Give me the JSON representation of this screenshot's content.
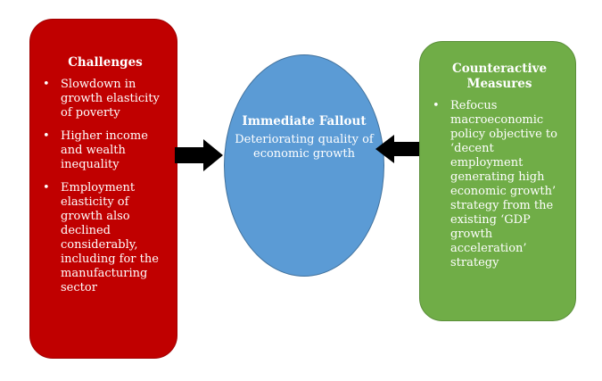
{
  "left_box": {
    "title": "Challenges",
    "items": [
      "Slowdown in growth elasticity of poverty",
      "Higher income and wealth inequality",
      "Employment elasticity of growth also declined considerably, including for the manufacturing sector"
    ]
  },
  "center": {
    "title": "Immediate Fallout",
    "body": "Deteriorating quality of economic growth"
  },
  "right_box": {
    "title": "Counteractive Measures",
    "items": [
      "Refocus macroeconomic policy objective to ‘decent employment generating high economic growth’ strategy from the existing ‘GDP growth acceleration’ strategy"
    ]
  },
  "colors": {
    "left_box": "#c00000",
    "center_ellipse": "#5b9bd5",
    "right_box": "#70ad47",
    "arrows": "#000000"
  }
}
